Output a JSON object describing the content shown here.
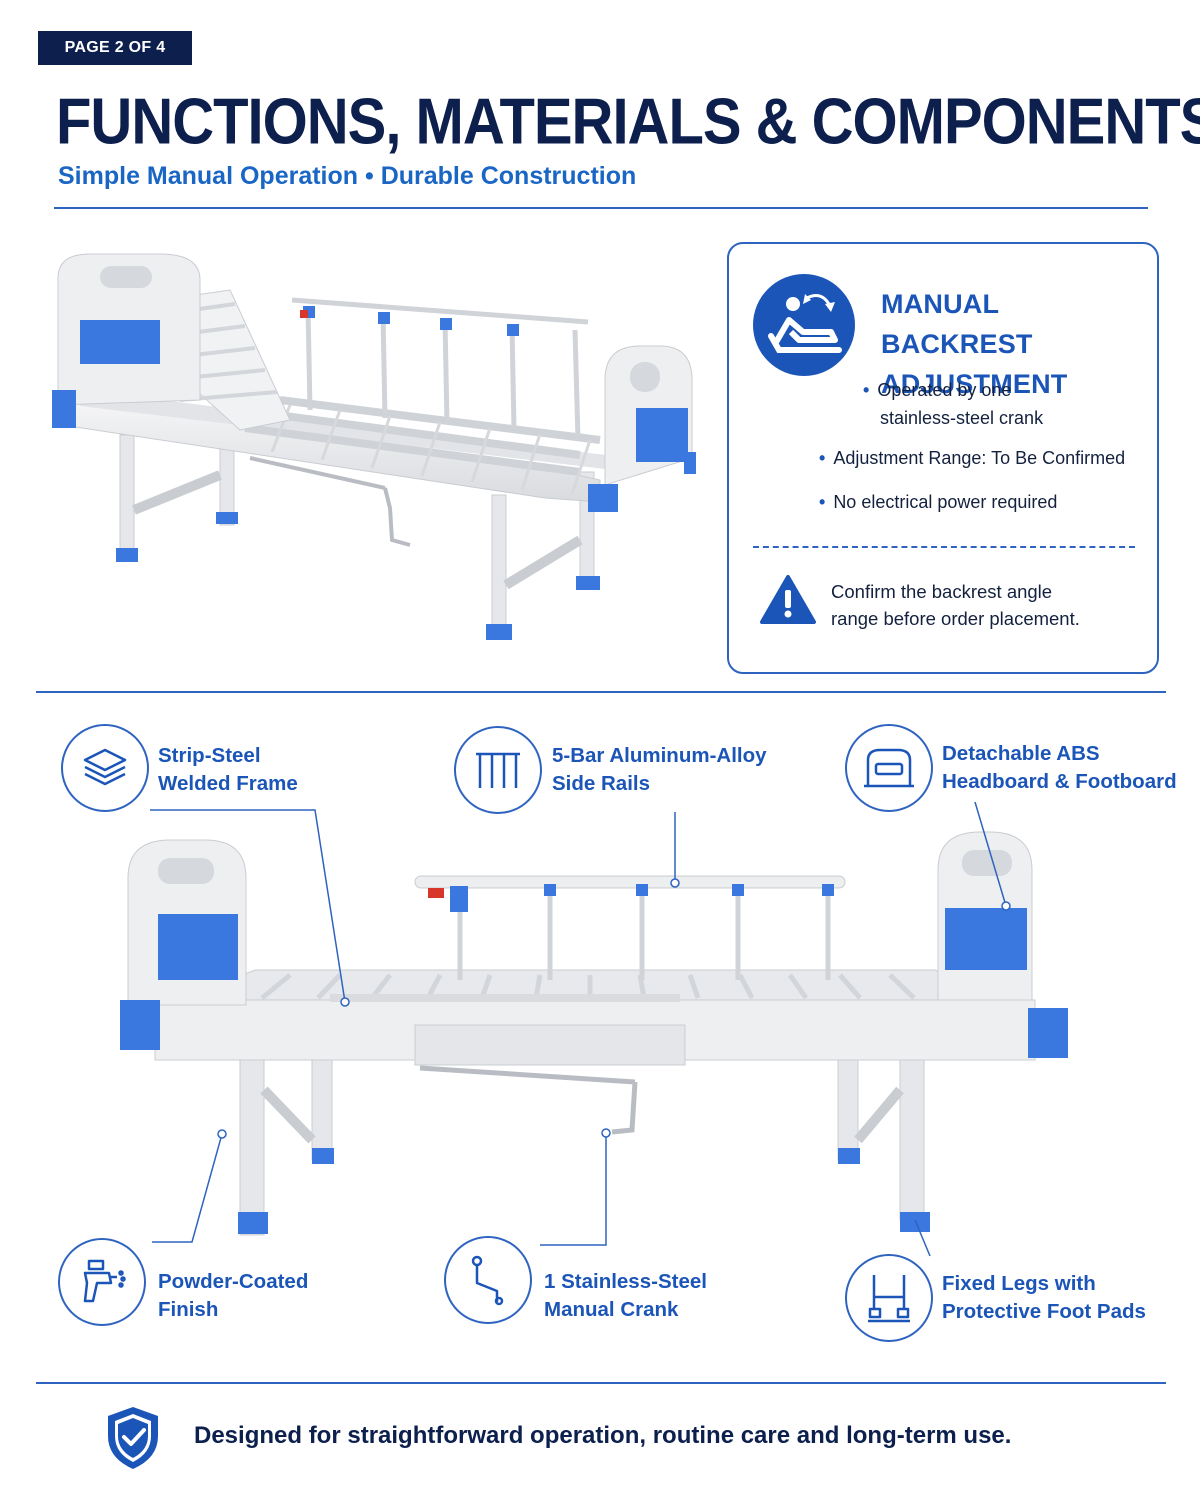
{
  "header": {
    "page_badge": "PAGE 2 OF 4",
    "title": "FUNCTIONS, MATERIALS & COMPONENTS",
    "subtitle": "Simple Manual Operation • Durable Construction"
  },
  "backrest_card": {
    "icon": "reclining-patient-icon",
    "title_line1": "MANUAL BACKREST",
    "title_line2": "ADJUSTMENT",
    "bullets": [
      "Operated by one",
      "stainless-steel crank",
      "Adjustment Range: To Be Confirmed",
      "No electrical power required"
    ],
    "warning_icon": "warning-triangle-icon",
    "warning_line1": "Confirm the backrest angle",
    "warning_line2": "range before order placement."
  },
  "features": [
    {
      "icon": "layers-icon",
      "line1": "Strip-Steel",
      "line2": "Welded Frame"
    },
    {
      "icon": "side-rail-icon",
      "line1": "5-Bar Aluminum-Alloy",
      "line2": "Side Rails"
    },
    {
      "icon": "headboard-icon",
      "line1": "Detachable ABS",
      "line2": "Headboard & Footboard"
    },
    {
      "icon": "spray-gun-icon",
      "line1": "Powder-Coated",
      "line2": "Finish"
    },
    {
      "icon": "crank-icon",
      "line1": "1 Stainless-Steel",
      "line2": "Manual Crank"
    },
    {
      "icon": "bed-leg-icon",
      "line1": "Fixed Legs with",
      "line2": "Protective Foot Pads"
    }
  ],
  "footer": {
    "icon": "shield-check-icon",
    "text": "Designed for straightforward operation, routine care and long-term use."
  },
  "colors": {
    "navy": "#0c1f4d",
    "accent": "#1b55b8",
    "bed_blue": "#3a78e0",
    "bed_white": "#ecedef"
  }
}
